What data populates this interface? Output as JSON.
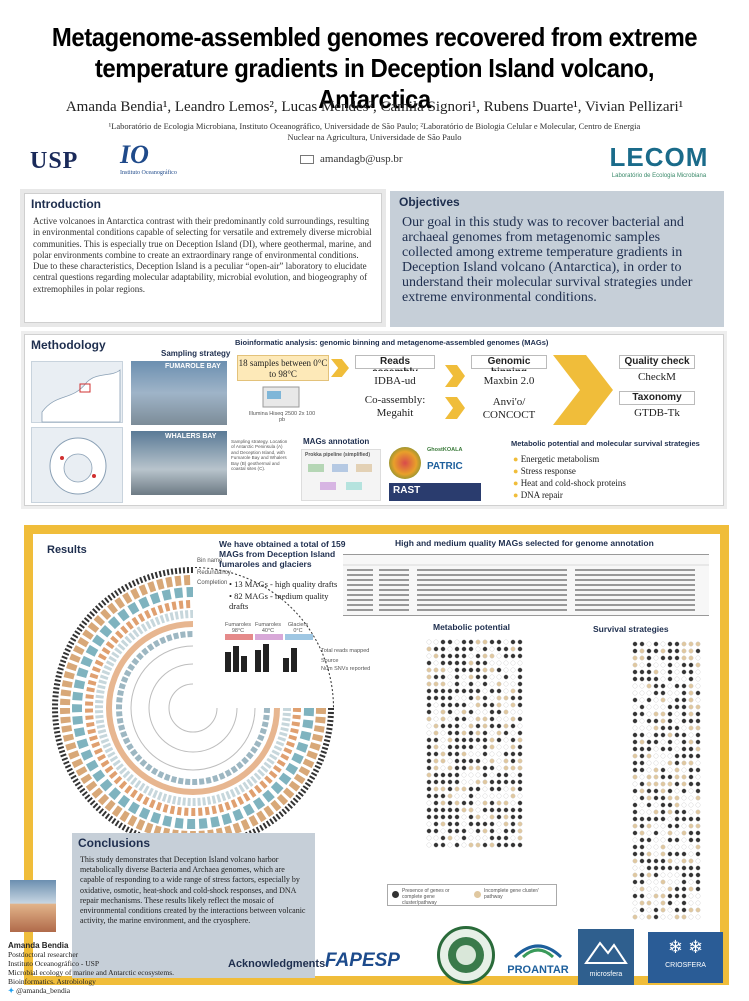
{
  "header": {
    "title_line1": "Metagenome-assembled genomes recovered from extreme",
    "title_line2": "temperature gradients in Deception Island volcano, Antarctica",
    "authors": "Amanda Bendia¹, Leandro Lemos², Lucas Mendes², Camila Signori¹, Rubens Duarte¹, Vivian Pellizari¹",
    "affil_line1": "¹Laboratório de Ecologia Microbiana, Instituto Oceanográfico, Universidade de São Paulo; ²Laboratório de Biologia Celular e Molecular, Centro de Energia",
    "affil_line2": "Nuclear na Agricultura, Universidade de São Paulo",
    "email": "amandagb@usp.br",
    "logo_usp": "USP",
    "logo_io": "IO",
    "logo_io_sub": "Instituto Oceanográfico",
    "logo_lecom": "LECOM",
    "logo_lecom_sub": "Laboratório de Ecologia Microbiana"
  },
  "introduction": {
    "heading": "Introduction",
    "text": "Active volcanoes in Antarctica contrast with their predominantly cold surroundings, resulting in environmental conditions capable of selecting for versatile and extremely diverse microbial communities. This is especially true on Deception Island (DI), where geothermal, marine, and polar environments combine to create an extraordinary range of environmental conditions. Due to these characteristics, Deception Island is a peculiar “open-air” laboratory to elucidate central questions regarding molecular adaptability, microbial evolution, and biogeography of extremophiles in polar regions."
  },
  "objectives": {
    "heading": "Objectives",
    "text": "Our goal in this study was to recover bacterial and archaeal genomes from metagenomic samples collected among extreme temperature gradients in Deception Island volcano (Antarctica), in order to understand their molecular survival strategies under extreme environmental conditions."
  },
  "methodology": {
    "heading": "Methodology",
    "sampling_label": "Sampling strategy",
    "fumarole_bay": "FUMAROLE BAY",
    "whalers_bay": "WHALERS BAY",
    "bioinfo_title": "Bioinformatic analysis: genomic binning and metagenome-assembled genomes (MAGs)",
    "samples_text": "18 samples between 0°C to 98°C",
    "illumina_text": "Illumina Hiseq 2500 2x 100 pb",
    "reads_assembly": "Reads assembly",
    "assembly_tool1": "IDBA-ud",
    "assembly_tool2": "Co-assembly: Megahit",
    "genomic_binning": "Genomic binning",
    "binning_tool1": "Maxbin 2.0",
    "binning_tool2": "Anvi'o/ CONCOCT",
    "quality_check": "Quality check",
    "quality_tool": "CheckM",
    "taxonomy": "Taxonomy",
    "taxonomy_tool": "GTDB-Tk",
    "mags_annotation": "MAGs annotation",
    "prokka": "Prokka pipeline (simplified)",
    "ghostkoala": "GhostKOALA",
    "patric": "PATRIC",
    "rast": "RAST",
    "metabolic_title": "Metabolic potential and molecular survival strategies",
    "bullets": [
      "Energetic metabolism",
      "Stress response",
      "Heat and cold-shock proteins",
      "DNA repair"
    ],
    "sampling_caption": "Sampling strategy. Location of Antarctic Peninsula (A) and Deception Island, with Fumarole Bay and Whalers Bay (B) geothermal and coastal sites (C)."
  },
  "results": {
    "heading": "Results",
    "summary": "We have obtained a total of 159 MAGs from Deception Island fumaroles and glaciers",
    "bullets": [
      "13 MAGs - high quality drafts",
      "82 MAGs - medium quality drafts"
    ],
    "ring_labels": [
      "Bin name",
      "Redundancy",
      "Completion"
    ],
    "legend_labels": [
      "Fumaroles 98°C",
      "Fumaroles 40°C",
      "Glaciers 0°C"
    ],
    "legend_items": [
      "Total reads mapped",
      "Source",
      "Num SNVs reported"
    ],
    "table_title": "High and medium quality MAGs selected for genome annotation",
    "metabolic_title": "Metabolic potential",
    "survival_title": "Survival strategies",
    "dot_legend": [
      "Presence of genes or complete gene cluster/pathway",
      "Incomplete gene cluster/ pathway"
    ]
  },
  "conclusions": {
    "heading": "Conclusions",
    "text": "This study demonstrates that Deception Island volcano harbor metabolically diverse Bacteria and Archaea genomes, which are capable of responding to a wide range of stress factors, especially by oxidative, osmotic, heat-shock and cold-shock responses, and DNA repair mechanisms. These results likely reflect the mosaic of environmental conditions created by the interactions between volcanic activity, the marine environment, and the cryosphere."
  },
  "footer": {
    "bio_name": "Amanda Bendia",
    "bio_line1": "Postdoctoral researcher",
    "bio_line2": "Instituto Oceanográfico - USP",
    "bio_line3": "Microbial ecology of marine and Antarctic ecosystems. Bioinformatics. Astrobiology",
    "twitter": "@amanda_bendia",
    "acknowledgments": "Acknowledgments:",
    "logo_fapesp": "FAPESP",
    "logo_proantar": "PROANTAR",
    "logo_micro": "microsfera",
    "logo_crio": "CRIOSFERA"
  },
  "colors": {
    "accent_yellow": "#f0bd3a",
    "panel_blue": "#c6cfd8",
    "navy": "#1e2e4e"
  }
}
